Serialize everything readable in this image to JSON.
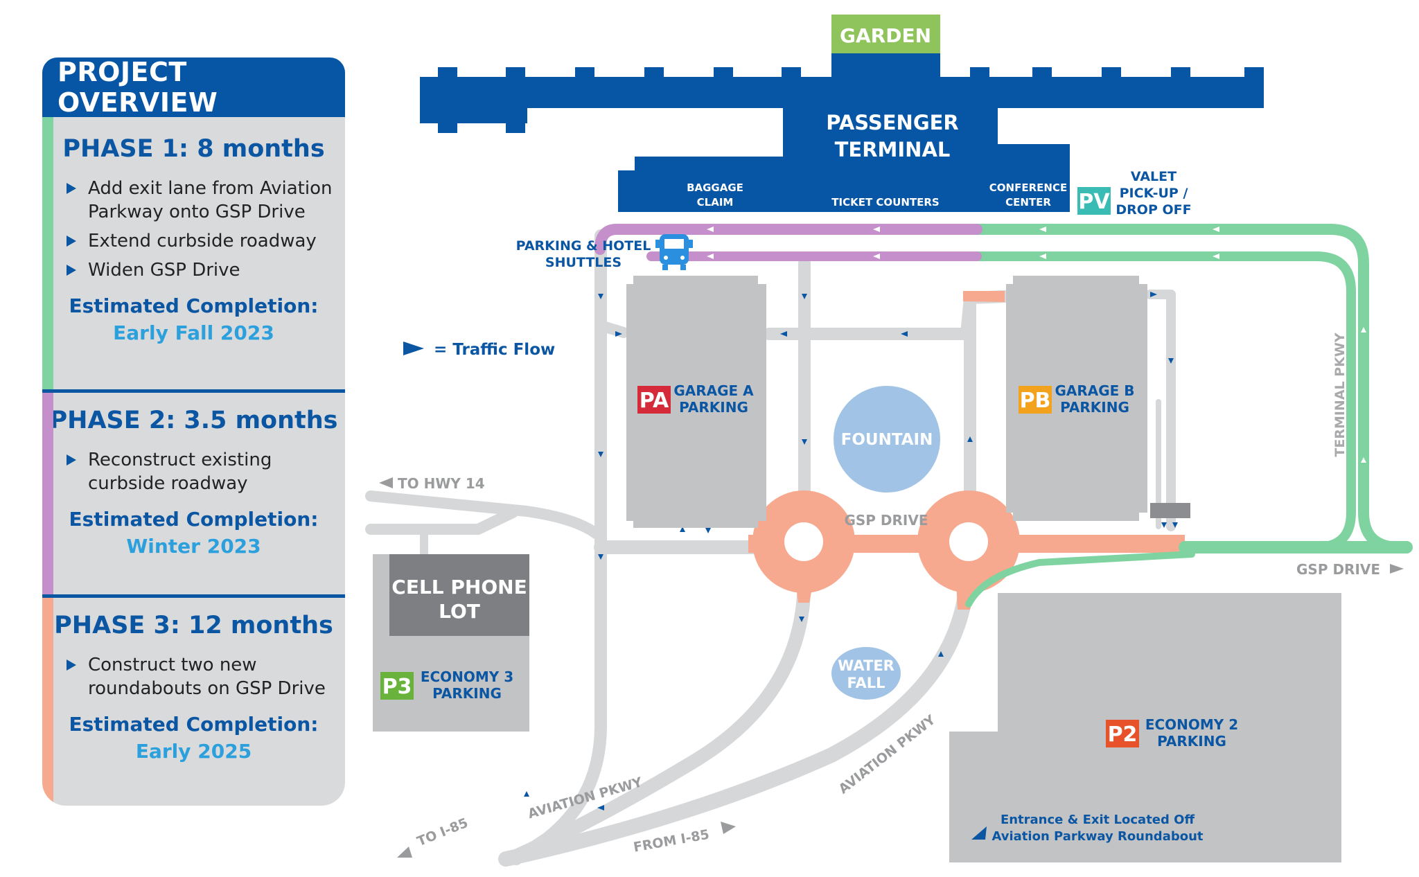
{
  "colors": {
    "terminal_blue": "#0756a6",
    "garden_green": "#8fc45d",
    "phase1_green": "#7fd3a0",
    "phase2_purple": "#c58fcb",
    "phase3_salmon": "#f6a98e",
    "road_gray": "#d6d7d9",
    "lot_gray": "#c2c3c5",
    "fountain_blue": "#a1c3e6",
    "pa_red": "#d52a3a",
    "pb_orange": "#f3a21d",
    "p3_green": "#69b33c",
    "p2_orange": "#e7522b",
    "pv_teal": "#3abcb5"
  },
  "overview": {
    "title": "PROJECT OVERVIEW",
    "phases": [
      {
        "title": "PHASE 1: 8 months",
        "items": [
          "Add exit lane from Aviation Parkway onto GSP Drive",
          "Extend curbside roadway",
          "Widen GSP Drive"
        ],
        "completion_label": "Estimated Completion:",
        "completion_value": "Early Fall 2023"
      },
      {
        "title": "PHASE 2: 3.5 months",
        "items": [
          "Reconstruct existing curbside roadway"
        ],
        "completion_label": "Estimated Completion:",
        "completion_value": "Winter 2023"
      },
      {
        "title": "PHASE 3: 12 months",
        "items": [
          "Construct two new roundabouts on GSP Drive"
        ],
        "completion_label": "Estimated Completion:",
        "completion_value": "Early 2025"
      }
    ]
  },
  "map": {
    "garden": "GARDEN",
    "terminal_line1": "PASSENGER",
    "terminal_line2": "TERMINAL",
    "baggage_line1": "BAGGAGE",
    "baggage_line2": "CLAIM",
    "ticket_counters": "TICKET COUNTERS",
    "conference_line1": "CONFERENCE",
    "conference_line2": "CENTER",
    "pv_badge": "PV",
    "valet_line1": "VALET",
    "valet_line2": "PICK-UP /",
    "valet_line3": "DROP OFF",
    "shuttles_line1": "PARKING & HOTEL",
    "shuttles_line2": "SHUTTLES",
    "traffic_flow": "= Traffic Flow",
    "pa_badge": "PA",
    "garage_a_line1": "GARAGE A",
    "garage_a_line2": "PARKING",
    "pb_badge": "PB",
    "garage_b_line1": "GARAGE B",
    "garage_b_line2": "PARKING",
    "fountain": "FOUNTAIN",
    "terminal_pkwy": "TERMINAL PKWY",
    "gsp_drive_center": "GSP DRIVE",
    "gsp_drive_right": "GSP DRIVE",
    "to_hwy14": "TO HWY 14",
    "cell_line1": "CELL PHONE",
    "cell_line2": "LOT",
    "p3_badge": "P3",
    "economy3_line1": "ECONOMY 3",
    "economy3_line2": "PARKING",
    "waterfall_line1": "WATER",
    "waterfall_line2": "FALL",
    "aviation_pkwy_left": "AVIATION PKWY",
    "aviation_pkwy_right": "AVIATION PKWY",
    "to_i85": "TO I-85",
    "from_i85": "FROM I-85",
    "p2_badge": "P2",
    "economy2_line1": "ECONOMY 2",
    "economy2_line2": "PARKING",
    "entrance_line1": "Entrance & Exit Located Off",
    "entrance_line2": "Aviation Parkway Roundabout"
  }
}
